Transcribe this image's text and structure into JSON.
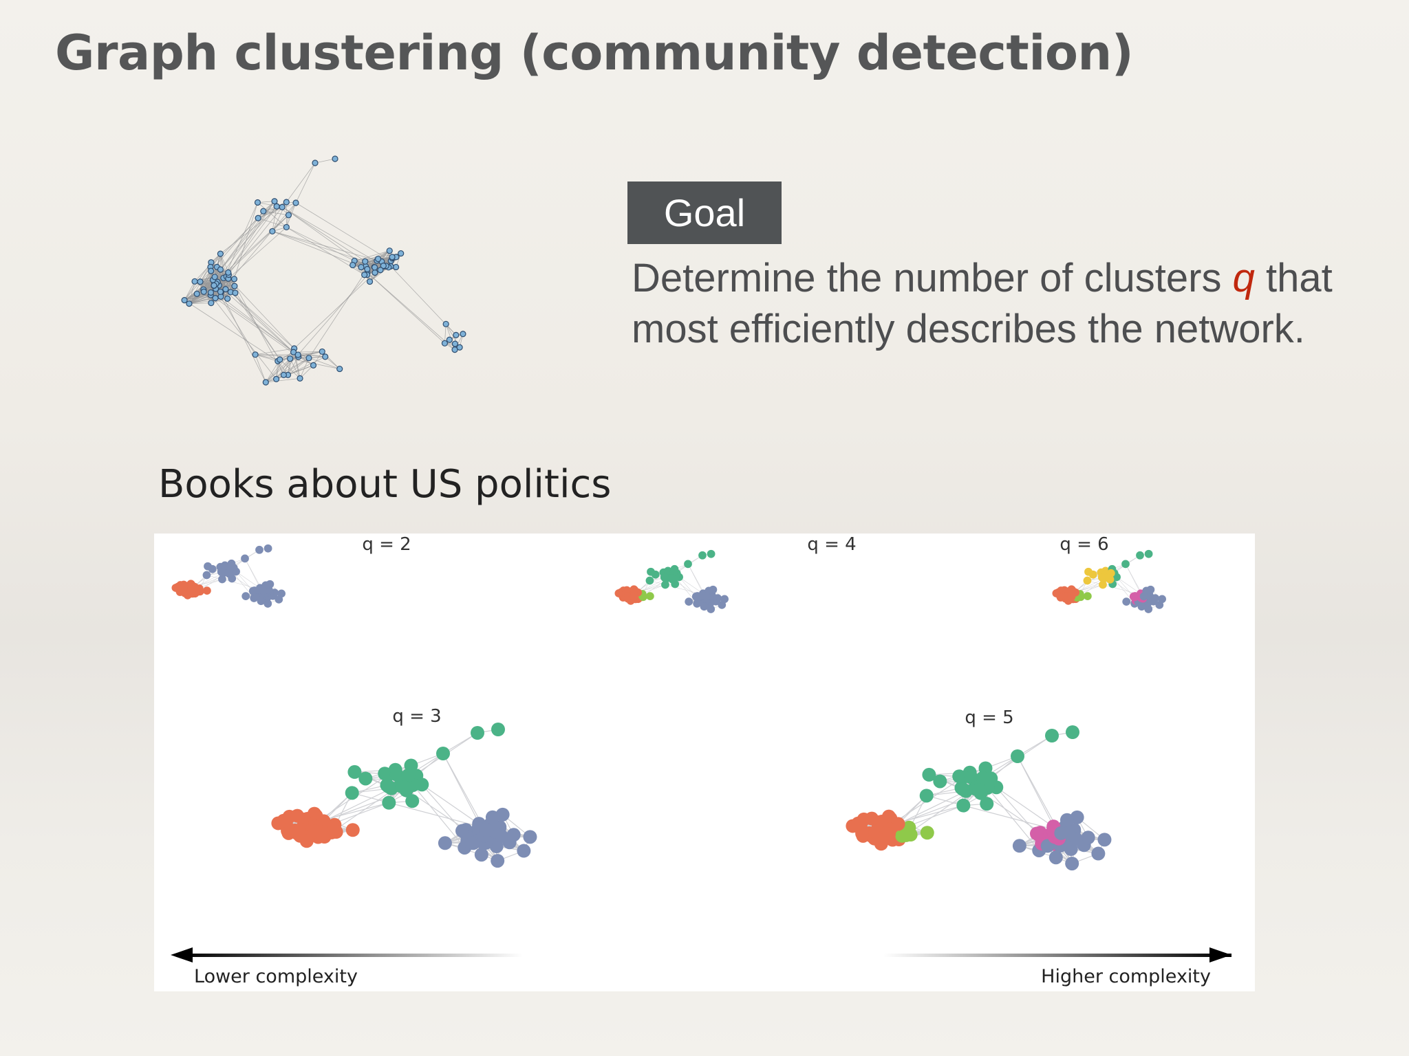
{
  "slide": {
    "title": "Graph clustering (community detection)"
  },
  "goal": {
    "label": "Goal",
    "text_before": "Determine the number of clusters ",
    "highlight": "q",
    "text_after": " that most efficiently describes the network."
  },
  "example": {
    "title": "Books about US politics"
  },
  "figure": {
    "panels": [
      {
        "id": "q2",
        "label": "q = 2",
        "clusters": 2
      },
      {
        "id": "q4",
        "label": "q = 4",
        "clusters": 4
      },
      {
        "id": "q6",
        "label": "q = 6",
        "clusters": 6
      },
      {
        "id": "q3",
        "label": "q = 3",
        "clusters": 3
      },
      {
        "id": "q5",
        "label": "q = 5",
        "clusters": 5
      }
    ],
    "lower_label": "Lower complexity",
    "higher_label": "Higher complexity",
    "colors": {
      "red": "#e8704f",
      "blue": "#7d8db4",
      "green": "#4bb387",
      "lime": "#8fc94a",
      "yellow": "#edc73d",
      "pink": "#d45fa8",
      "node_outline": "#2f4d6e",
      "node_fill": "#7fb2d8",
      "edge": "#9a9a9a"
    }
  }
}
